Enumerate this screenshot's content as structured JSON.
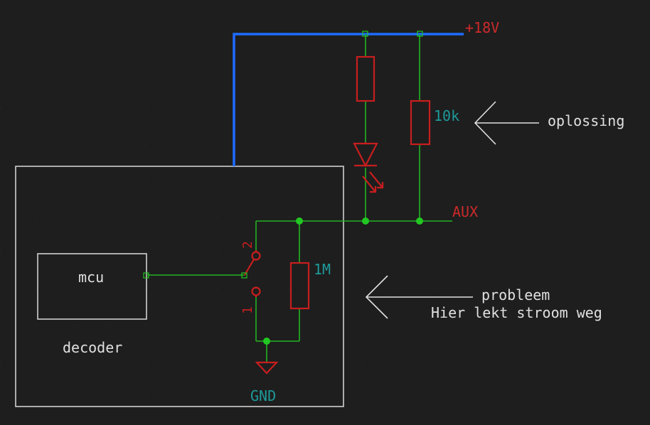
{
  "colors": {
    "background": "#1e1e1e",
    "wire": "#22b422",
    "bus": "#1e6cff",
    "component": "#c81e1e",
    "junction": "#22c822",
    "frame": "#d0d0d0",
    "text_light": "#e0e0e0",
    "text_cyan": "#1e9a9a",
    "text_red": "#cc2a2a",
    "pin_text": "#c81e1e"
  },
  "labels": {
    "supply": "+18V",
    "aux": "AUX",
    "gnd": "GND",
    "r_pullup": "10k",
    "r_internal": "1M",
    "mcu": "mcu",
    "decoder": "decoder",
    "oplossing": "oplossing",
    "probleem": "probleem",
    "lek": "Hier lekt stroom weg",
    "pin1": "1",
    "pin2": "2"
  },
  "icons": {
    "led": "led-icon",
    "ground": "ground-symbol-icon",
    "switch": "spdt-switch-icon",
    "arrow": "left-arrow-icon"
  }
}
